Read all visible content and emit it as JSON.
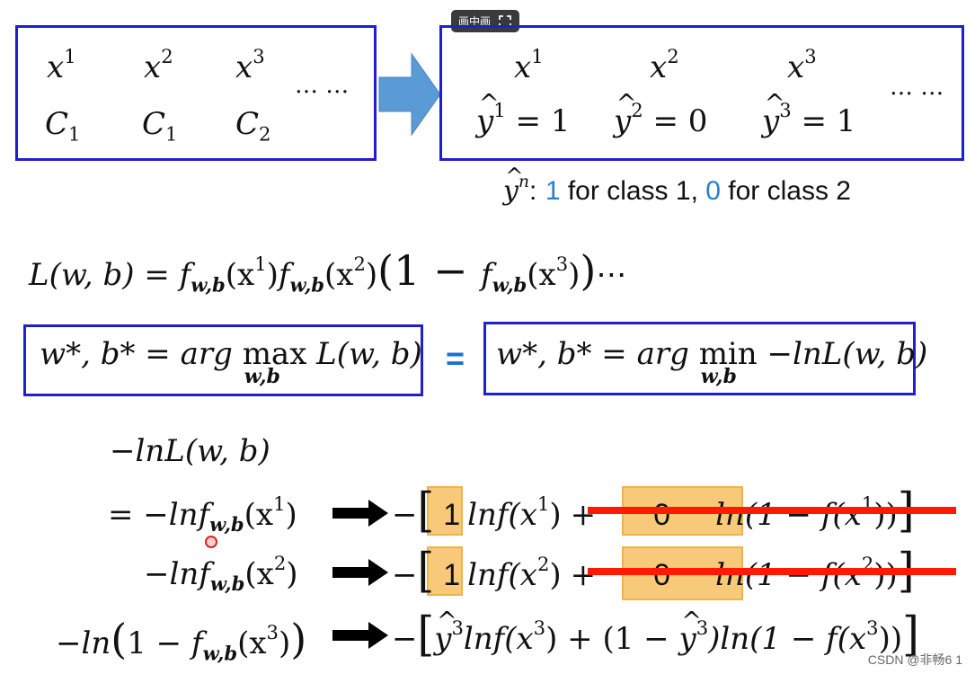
{
  "overlay": {
    "pip_label": "画中画",
    "watermark": "CSDN @非畅6 1"
  },
  "top_left": {
    "x_labels": [
      "x",
      "x",
      "x"
    ],
    "x_sups": [
      "1",
      "2",
      "3"
    ],
    "c_labels": [
      "C",
      "C",
      "C"
    ],
    "c_subs": [
      "1",
      "1",
      "2"
    ],
    "ellipsis": "… …"
  },
  "top_right": {
    "x_labels": [
      "x",
      "x",
      "x"
    ],
    "x_sups": [
      "1",
      "2",
      "3"
    ],
    "y_hat": "y",
    "y_sups": [
      "1",
      "2",
      "3"
    ],
    "y_vals": [
      "= 1",
      "= 0",
      "= 1"
    ],
    "ellipsis": "… …"
  },
  "legend": {
    "yhat": "y",
    "n": "n",
    "colon": ":",
    "one": "1",
    "for1": " for class 1, ",
    "zero": "0",
    "for2": " for class 2"
  },
  "likelihood": {
    "lhs": "L(w, b) = ",
    "f": "f",
    "wb": "w,b",
    "t1": "(x",
    "s1": "1",
    "t1e": ")",
    "t2": "(x",
    "s2": "2",
    "t2e": ")",
    "p1": "(1 − ",
    "t3": "(x",
    "s3": "3",
    "t3e": ")",
    "p2": ")",
    "dots": "⋯"
  },
  "argmax": {
    "lhs": "w*, b* = arg ",
    "op": "max",
    "under": "w,b",
    "rhs": " L(w, b)"
  },
  "equals": "=",
  "argmin": {
    "lhs": "w*, b* = arg ",
    "op": "min",
    "under": "w,b",
    "rhs": " −lnL(w, b)"
  },
  "neglog": {
    "head": "−lnL(w, b)"
  },
  "rows": [
    {
      "left_pre": "= −ln",
      "f": "f",
      "wb": "w,b",
      "x": "(x",
      "sup": "1",
      "xe": ")",
      "mul": "1",
      "term": "lnf(x",
      "tsup": "1",
      "te": ")",
      "plus": "+",
      "zero": "0",
      "rest": "ln(1 − f(x",
      "rsup": "1",
      "re": "))"
    },
    {
      "left_pre": "−ln",
      "f": "f",
      "wb": "w,b",
      "x": "(x",
      "sup": "2",
      "xe": ")",
      "mul": "1",
      "term": "lnf(x",
      "tsup": "2",
      "te": ")",
      "plus": "+",
      "zero": "0",
      "rest": "ln(1 − f(x",
      "rsup": "2",
      "re": "))"
    },
    {
      "left_pre": "−ln",
      "p1": "(",
      "one": "1 − ",
      "f": "f",
      "wb": "w,b",
      "x": "(x",
      "sup": "3",
      "xe": ")",
      "p2": ")",
      "yhat": "y",
      "ysup": "3",
      "term": "lnf(x",
      "tsup": "3",
      "te": ")",
      "plus": " + (1 − ",
      "y2": "y",
      "y2sup": "3",
      "mid": ")ln(1 − f(x",
      "rsup": "3",
      "re": "))"
    }
  ]
}
